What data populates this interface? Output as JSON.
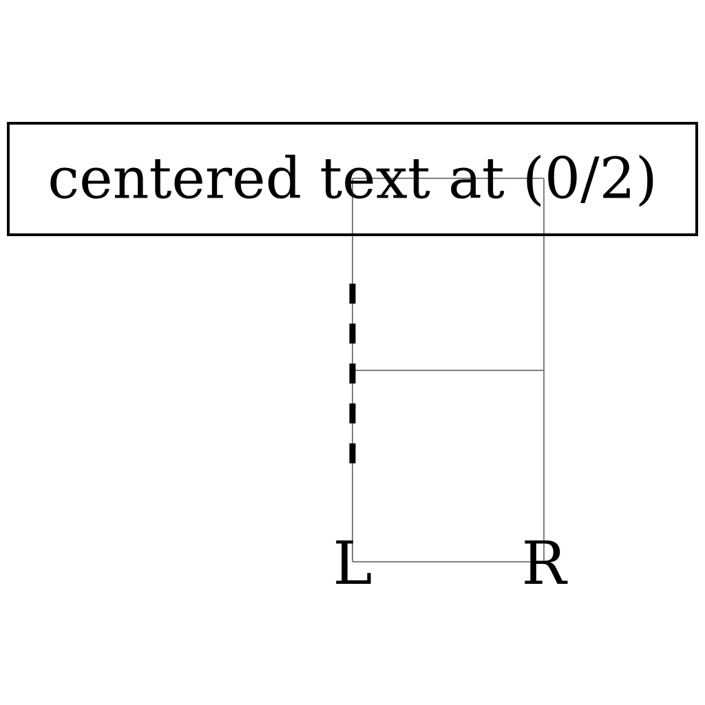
{
  "diagram": {
    "title_box": {
      "text": "centered text at (0/2)"
    },
    "labels": {
      "left": "L",
      "right": "R"
    },
    "colors": {
      "text": "#000000",
      "grid_line": "#808080",
      "box_border": "#000000",
      "dashed_line": "#000000",
      "background": "#ffffff"
    }
  }
}
